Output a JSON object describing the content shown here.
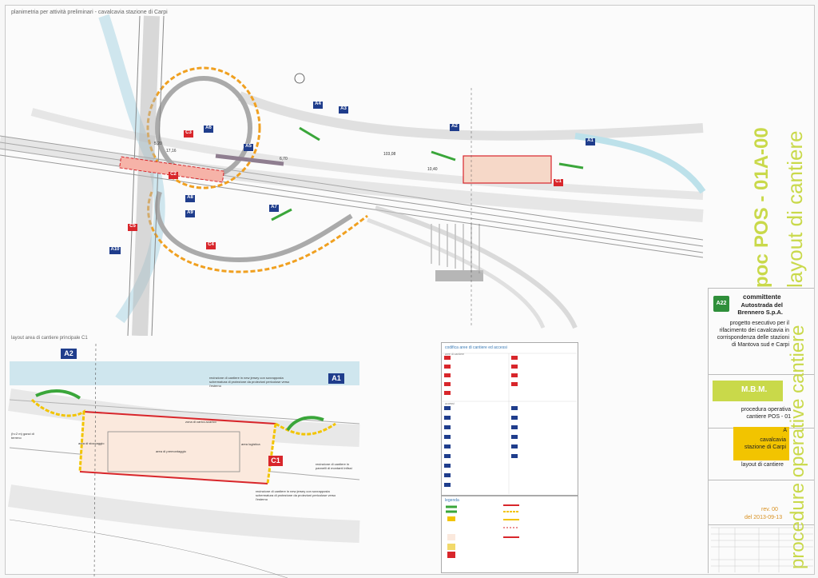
{
  "top_title": "planimetria per attività preliminari - cavalcavia stazione di Carpi",
  "inset_title": "layout area di cantiere principale C1",
  "plan_labels": {
    "a2": "A2",
    "a1": "A1",
    "a3": "A3",
    "a4": "A4",
    "a5": "A5",
    "a6": "A6",
    "a7": "A7",
    "a8": "A8",
    "a9": "A9",
    "a10": "A10",
    "c1": "C1",
    "c2": "C2",
    "c3": "C3",
    "c4": "C4",
    "c5": "C5",
    "dim1": "103,08",
    "dim2": "17,16",
    "dim3": "6,70",
    "dim4": "5,20",
    "dim5": "10,40"
  },
  "inset_labels": {
    "a2": "A2",
    "a1": "A1",
    "c1": "C1",
    "area_stoccaggio": "area di stoccaggio",
    "area_premontaggio": "area di premontaggio",
    "area_logistica": "area logistica",
    "zona_carico": "zona di carico-scarico",
    "note_top": "recinzione di cantiere in new jersey con sovrapposta schermatura di protezione da proiezioni pericolose verso l'esterno",
    "note_bottom": "recinzione di cantiere in new jersey con sovrapposta schermatura di protezione da proiezioni pericolose verso l'esterno",
    "note_right": "recinzione di cantiere in pannelli di montanti infissi",
    "note_left": "(h=2 m) ganci di terreno"
  },
  "codes_table": {
    "title": "codifica aree di cantiere ed accessi",
    "section_c": "aree di cantiere",
    "section_a": "accessi"
  },
  "legend": {
    "title": "legenda"
  },
  "titleblock": {
    "project_code_prefix": "poc",
    "project_code": "POS - 01A-00",
    "vertical_title": "layout di cantiere",
    "vertical_footer": "procedure operative cantiere",
    "client_label": "committente",
    "client_name": "Autostrada del Brennero S.p.A.",
    "client_logo": "A22",
    "project_desc": "progetto esecutivo per il rifacimento dei cavalcavia in corrispondenza delle stazioni di Mantova sud e Carpi",
    "company_logo": "M.B.M.",
    "procedure": "procedura operativa cantiere POS - 01",
    "section_letter": "A",
    "section_name": "cavalcavia stazione di Carpi",
    "sheet_name": "layout di cantiere",
    "revision": "rev. 00",
    "date": "del 2013-09-13"
  },
  "colors": {
    "accent": "#c9d94a",
    "worksite_red": "#d8262b",
    "access_blue": "#1f3d8c",
    "fence_yellow": "#f2c400",
    "water": "#cfe6ee"
  }
}
